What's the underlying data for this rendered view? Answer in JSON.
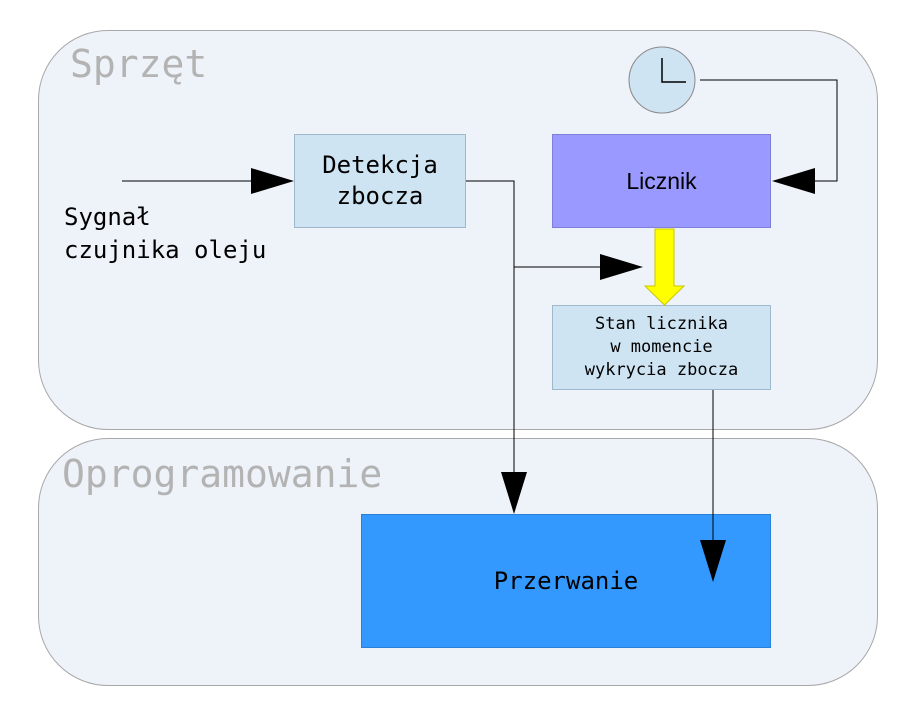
{
  "regions": {
    "hardware_title": "Sprzęt",
    "software_title": "Oprogramowanie"
  },
  "signal": {
    "line1": "Sygnał",
    "line2": "czujnika oleju"
  },
  "edge_detection": {
    "line1": "Detekcja",
    "line2": "zbocza"
  },
  "counter": {
    "label": "Licznik"
  },
  "counter_state": {
    "line1": "Stan licznika",
    "line2": "w momencie",
    "line3": "wykrycia zbocza"
  },
  "interrupt": {
    "label": "Przerwanie"
  },
  "icons": {
    "clock": "clock-icon"
  },
  "colors": {
    "region_fill": "#eef2f9",
    "region_title": "#b3b3b3",
    "light_box": "#cfe4f3",
    "counter_box": "#9999ff",
    "interrupt_box": "#3399ff",
    "transfer_arrow": "#ffff00"
  }
}
